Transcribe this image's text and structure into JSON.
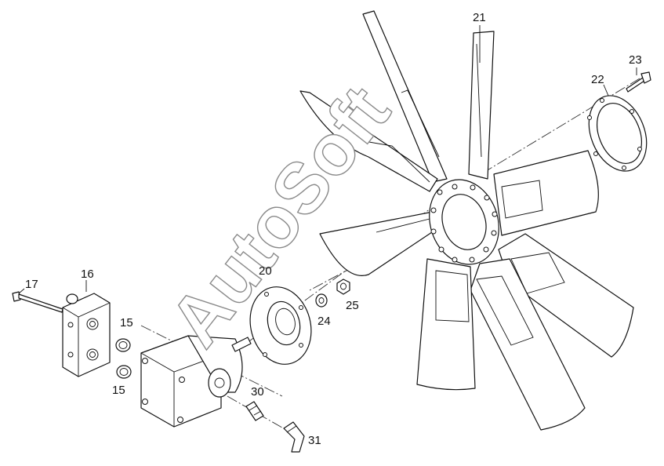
{
  "diagram": {
    "callouts": [
      {
        "id": "c21",
        "label": "21"
      },
      {
        "id": "c22",
        "label": "22"
      },
      {
        "id": "c23",
        "label": "23"
      },
      {
        "id": "c20",
        "label": "20"
      },
      {
        "id": "c25",
        "label": "25"
      },
      {
        "id": "c24",
        "label": "24"
      },
      {
        "id": "c16",
        "label": "16"
      },
      {
        "id": "c17",
        "label": "17"
      },
      {
        "id": "c15a",
        "label": "15"
      },
      {
        "id": "c15b",
        "label": "15"
      },
      {
        "id": "c30",
        "label": "30"
      },
      {
        "id": "c31",
        "label": "31"
      }
    ],
    "watermark": "AutoSoft"
  }
}
